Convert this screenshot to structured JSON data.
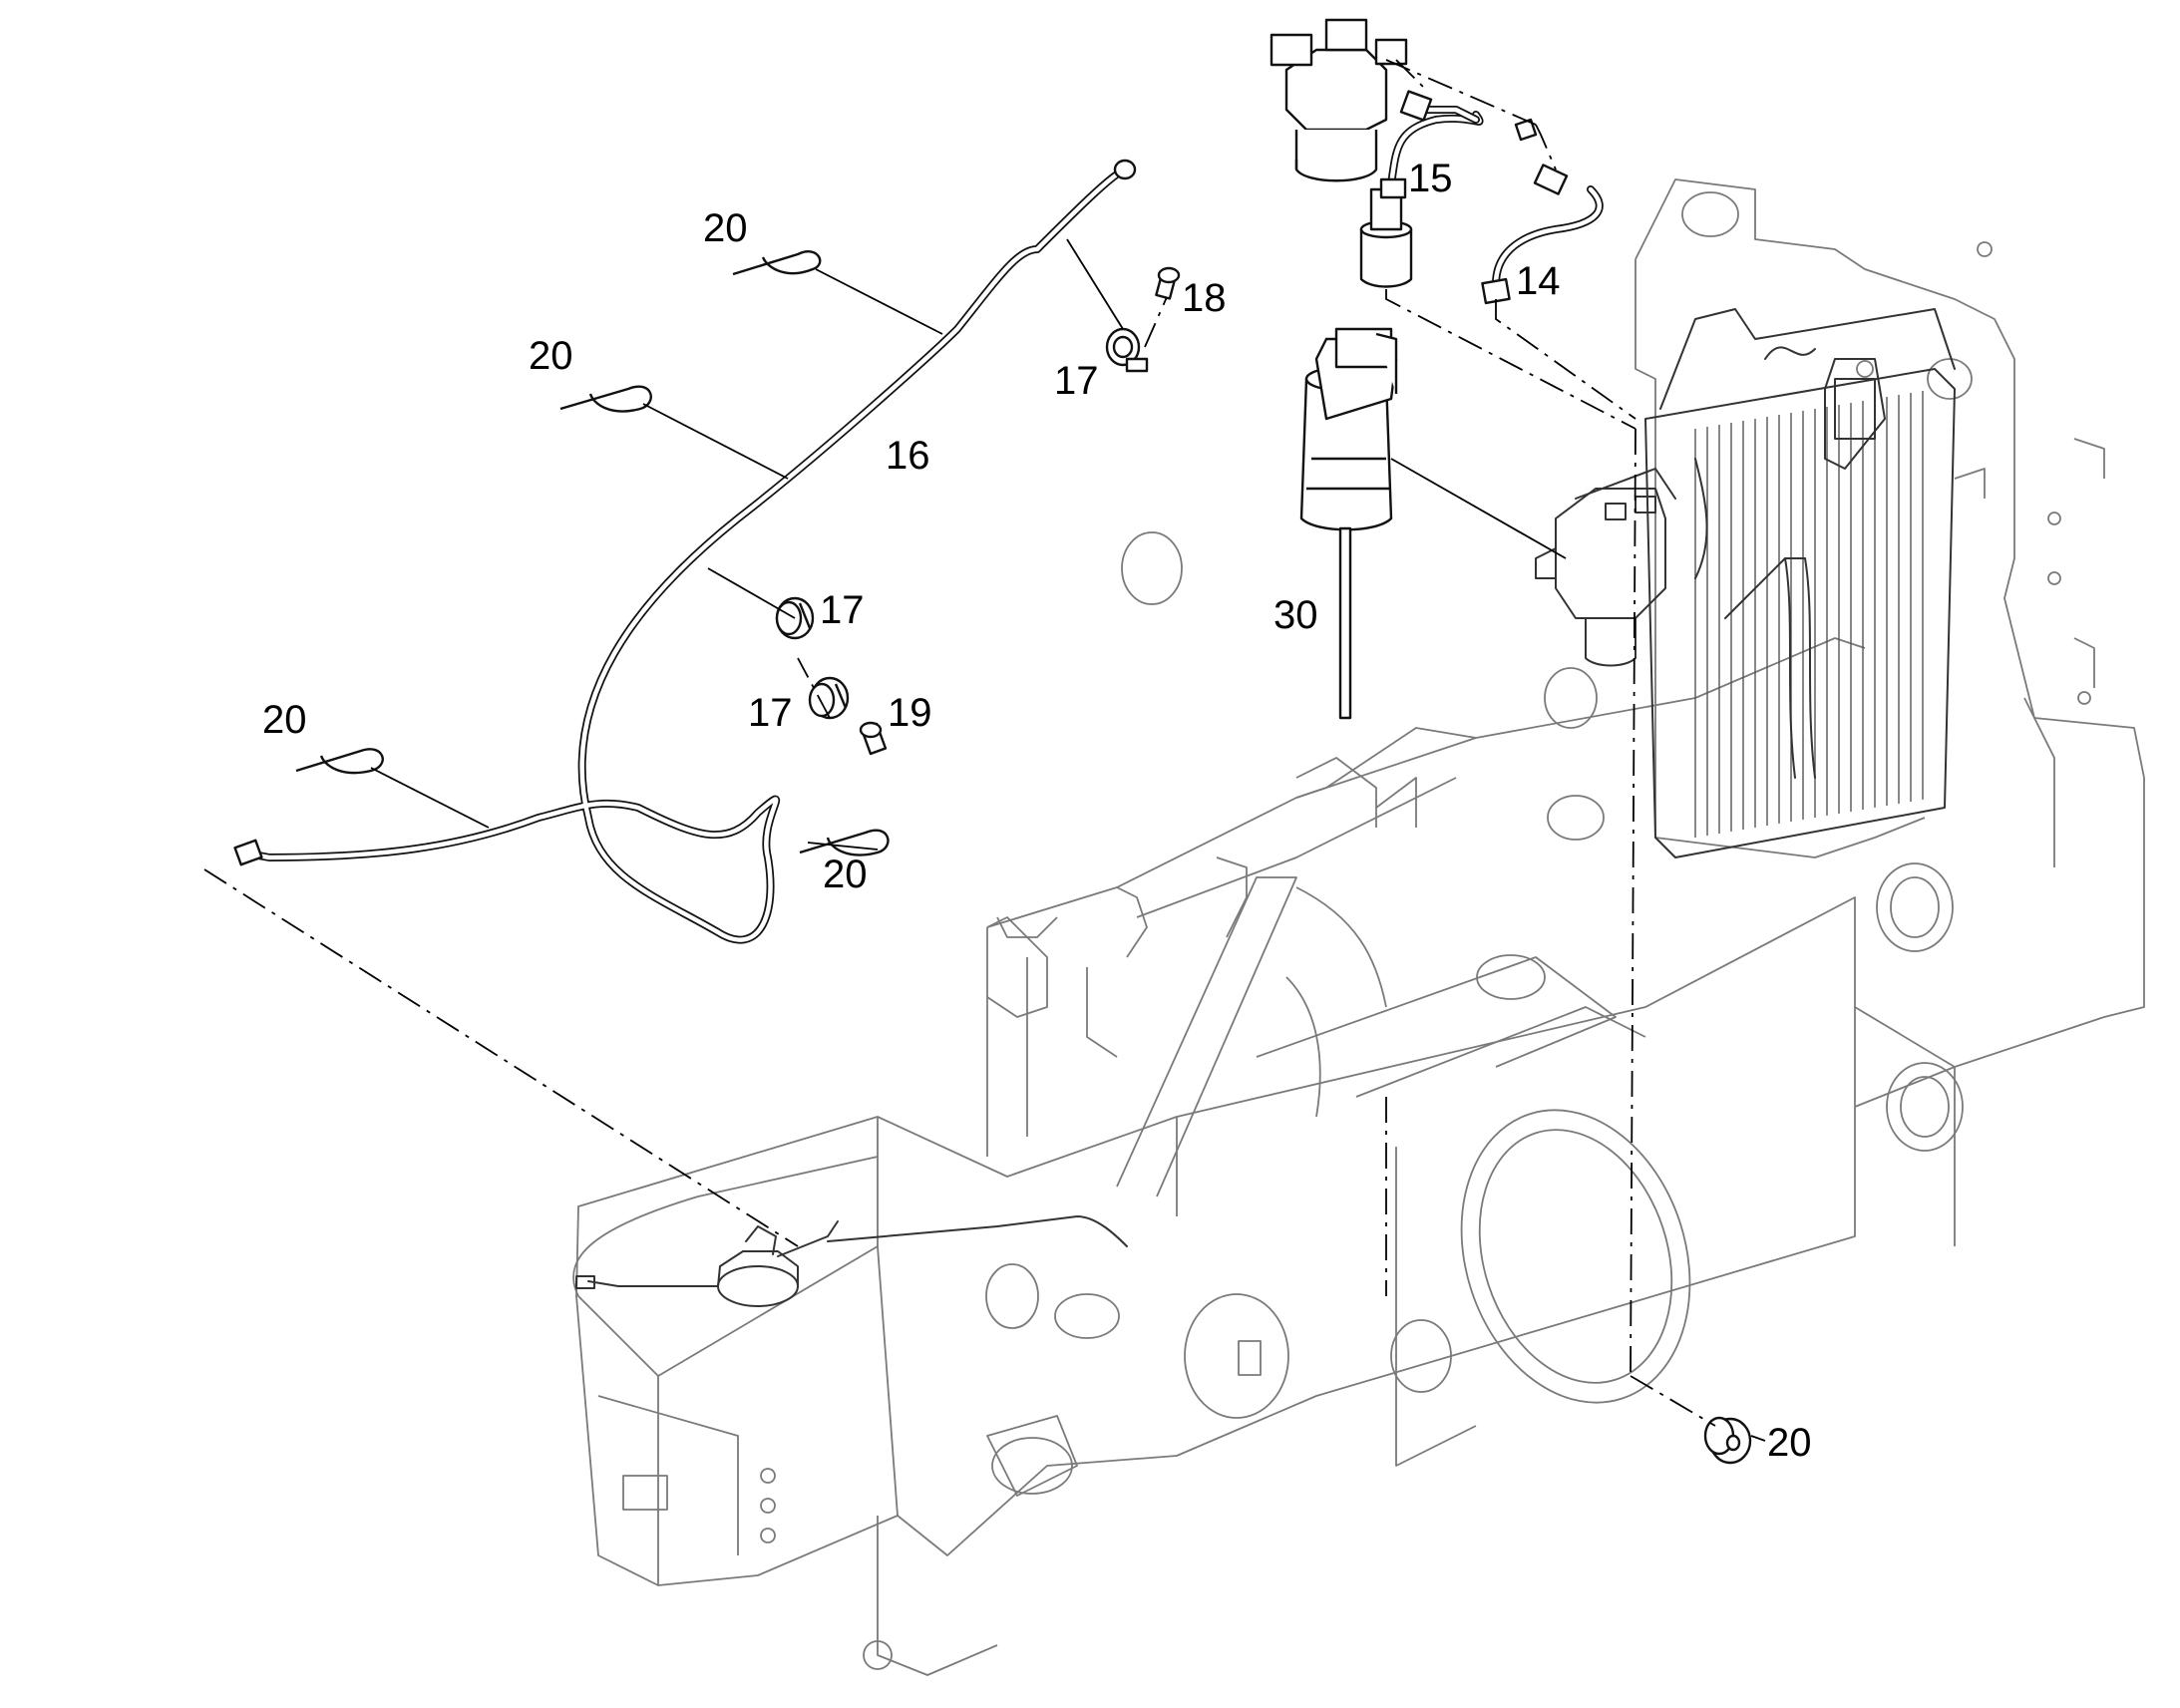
{
  "callouts": [
    {
      "id": "14",
      "label": "14"
    },
    {
      "id": "15",
      "label": "15"
    },
    {
      "id": "16",
      "label": "16"
    },
    {
      "id": "17a",
      "label": "17"
    },
    {
      "id": "17b",
      "label": "17"
    },
    {
      "id": "17c",
      "label": "17"
    },
    {
      "id": "18",
      "label": "18"
    },
    {
      "id": "19",
      "label": "19"
    },
    {
      "id": "20a",
      "label": "20"
    },
    {
      "id": "20b",
      "label": "20"
    },
    {
      "id": "20c",
      "label": "20"
    },
    {
      "id": "20d",
      "label": "20"
    },
    {
      "id": "20e",
      "label": "20"
    },
    {
      "id": "30",
      "label": "30"
    }
  ],
  "colors": {
    "line": "#333333",
    "part": "#111111",
    "background": "#ffffff"
  }
}
